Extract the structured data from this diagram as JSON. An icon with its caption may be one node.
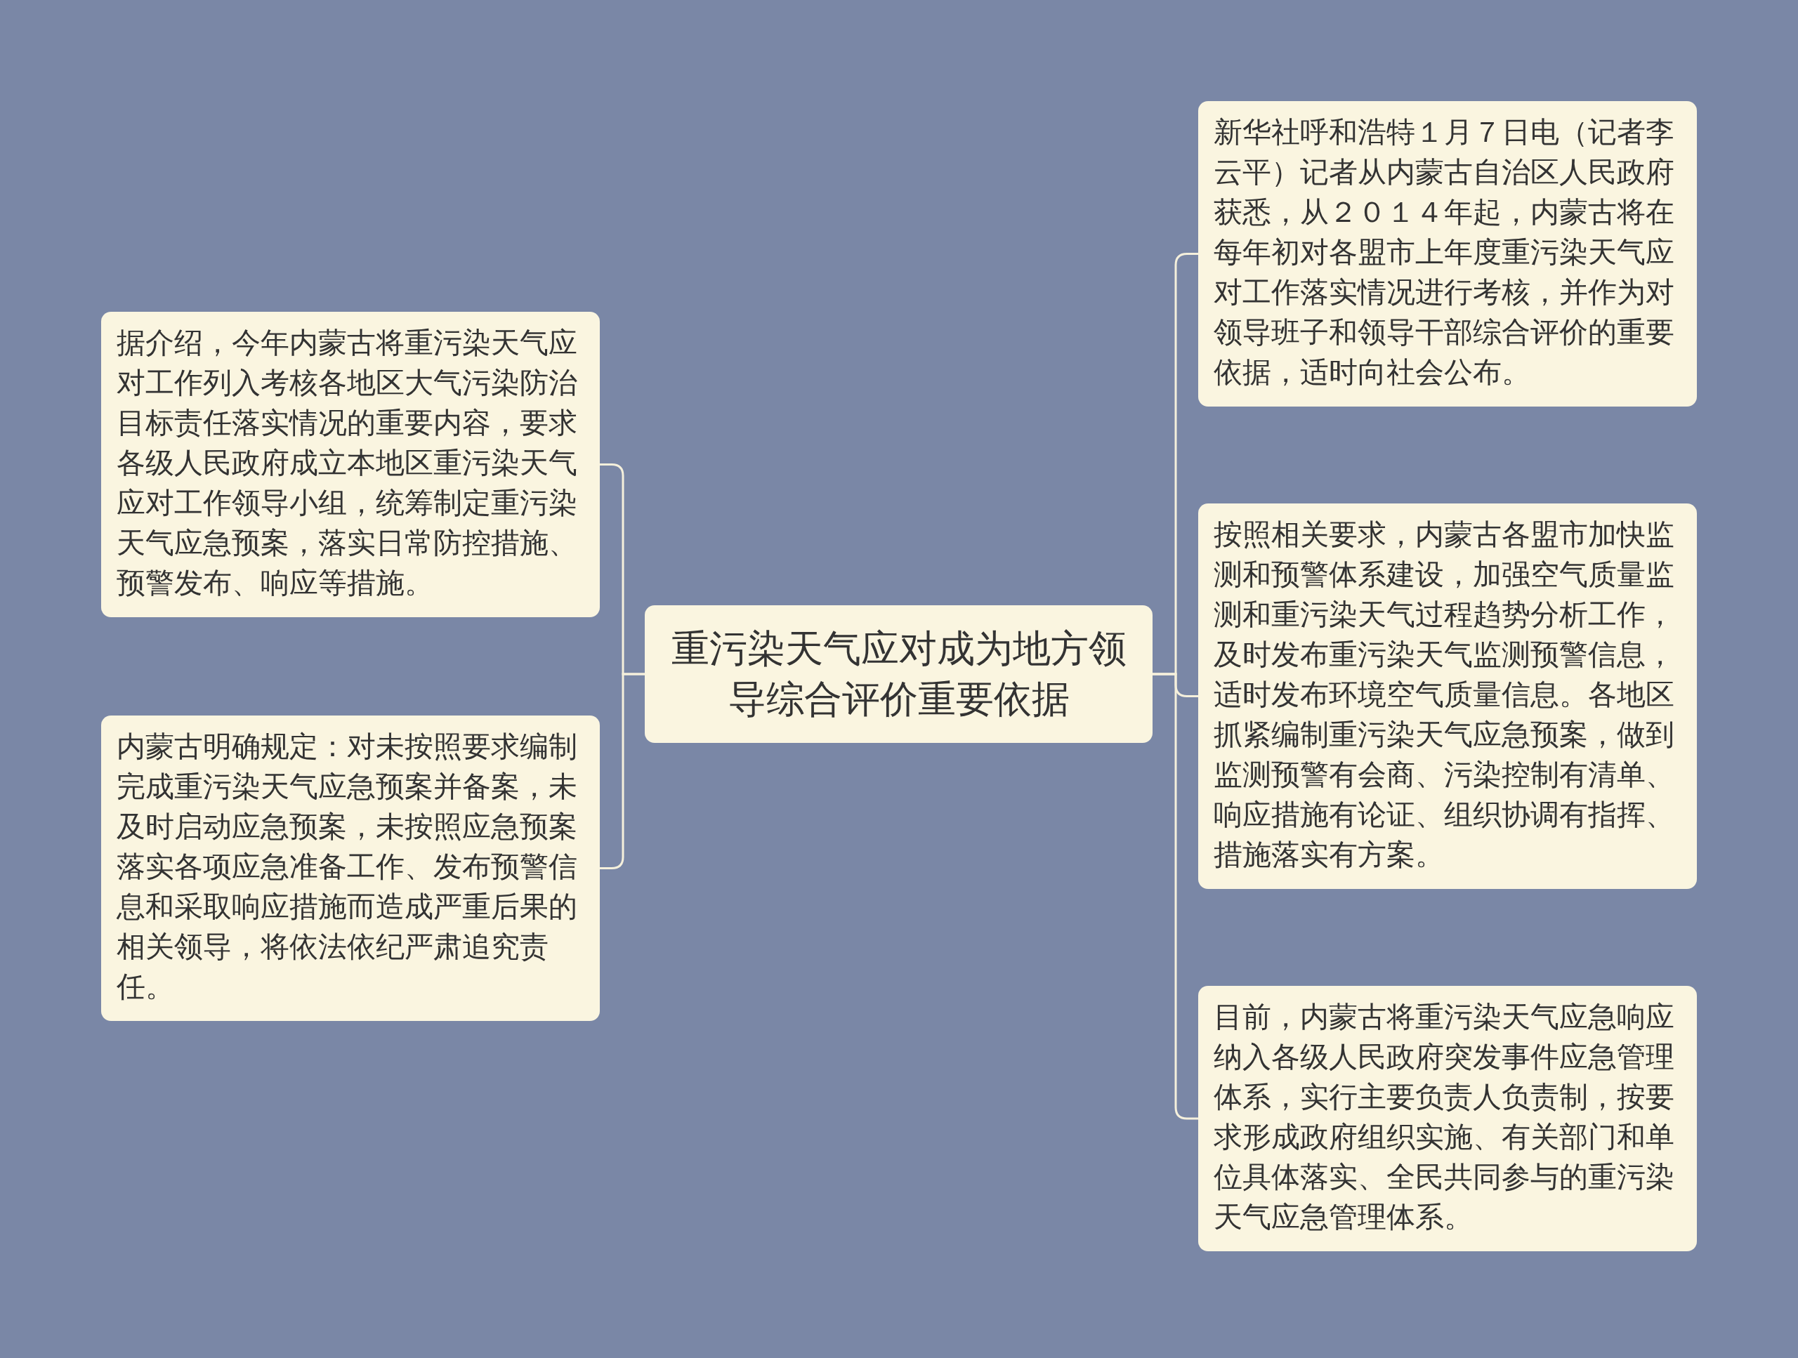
{
  "diagram": {
    "nodes": [
      {
        "text": [
          "重污染天气应对成为地方领导综合评价重要依据"
        ]
      },
      {
        "text": [
          "据介绍，今年内蒙古将重污染天气应对工作列入考核各地区大气污染防治目标责任落实情况的重要内容，要求各级人民政府成立本地区重污染天气应对工作领导小组，统筹制定重污染天气应急预案，落实日常防控措施、预警发布、响应等措施。"
        ]
      },
      {
        "text": [
          "内蒙古明确规定：对未按照要求编制完成重污染天气应急预案并备案，未及时启动应急预案，未按照应急预案落实各项应急准备工作、发布预警信息和采取响应措施而造成严重后果的相关领导，将依法依纪严肃追究责任。"
        ]
      },
      {
        "text": [
          "新华社呼和浩特１月７日电（记者李云平）记者从内蒙古自治区人民政府获悉，从２０１４年起，内蒙古将在每年初对各盟市上年度重污染天气应对工作落实情况进行考核，并作为对领导班子和领导干部综合评价的重要依据，适时向社会公布。"
        ]
      },
      {
        "text": [
          "按照相关要求，内蒙古各盟市加快监测和预警体系建设，加强空气质量监测和重污染天气过程趋势分析工作，及时发布重污染天气监测预警信息，适时发布环境空气质量信息。各地区抓紧编制重污染天气应急预案，做到监测预警有会商、污染控制有清单、响应措施有论证、组织协调有指挥、措施落实有方案。"
        ]
      },
      {
        "text": [
          "目前，内蒙古将重污染天气应急响应纳入各级人民政府突发事件应急管理体系，实行主要负责人负责制，按要求形成政府组织实施、有关部门和单位具体落实、全民共同参与的重污染天气应急管理体系。"
        ]
      }
    ],
    "edges": [
      {
        "from": 0,
        "to": 1,
        "arrow": "none"
      },
      {
        "from": 0,
        "to": 2,
        "arrow": "none"
      },
      {
        "from": 0,
        "to": 3,
        "arrow": "none"
      },
      {
        "from": 0,
        "to": 4,
        "arrow": "none"
      },
      {
        "from": 0,
        "to": 5,
        "arrow": "none"
      }
    ]
  }
}
